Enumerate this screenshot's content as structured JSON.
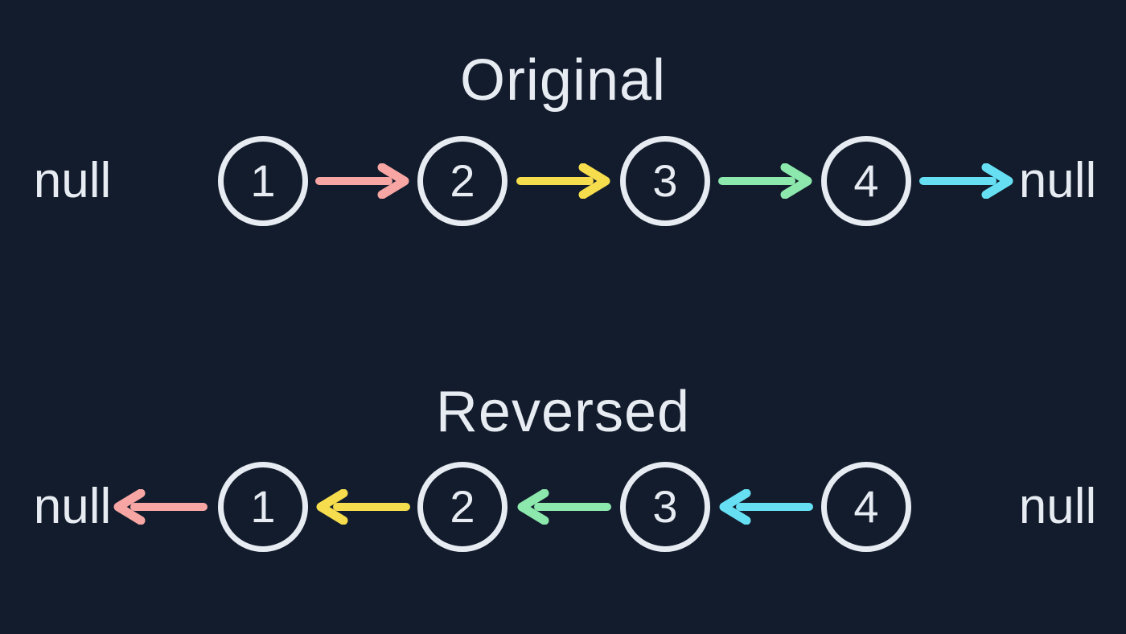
{
  "colors": {
    "background": "#131c2c",
    "node_stroke": "#e7ebf2",
    "text": "#e7ebf2",
    "arrow_pink": "#f7a6a3",
    "arrow_yellow": "#f6dd4d",
    "arrow_green": "#8ce8ac",
    "arrow_cyan": "#66dff3"
  },
  "original": {
    "title": "Original",
    "left_null": "null",
    "right_null": "null",
    "nodes": [
      "1",
      "2",
      "3",
      "4"
    ]
  },
  "reversed": {
    "title": "Reversed",
    "left_null": "null",
    "right_null": "null",
    "nodes": [
      "1",
      "2",
      "3",
      "4"
    ]
  }
}
